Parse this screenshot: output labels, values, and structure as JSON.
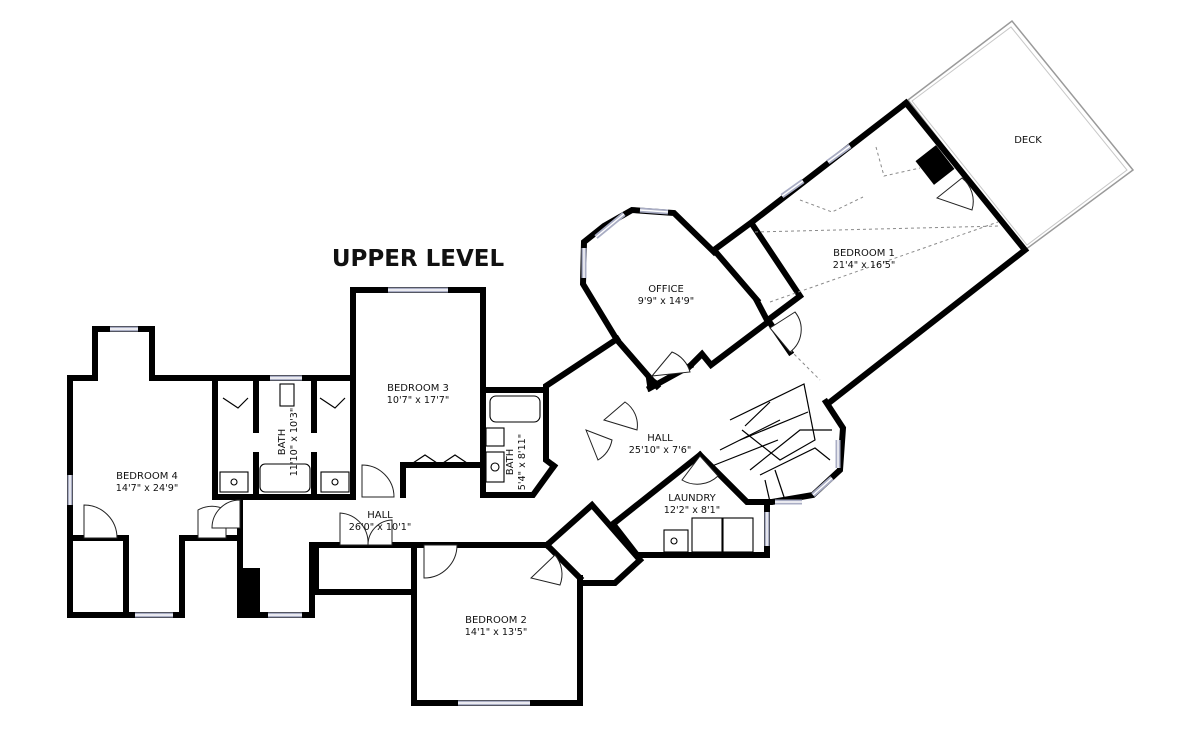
{
  "title": "UPPER LEVEL",
  "rooms": {
    "deck": {
      "name": "DECK"
    },
    "bedroom1": {
      "name": "BEDROOM 1",
      "dims": "21'4\" x 16'5\""
    },
    "office": {
      "name": "OFFICE",
      "dims": "9'9\" x 14'9\""
    },
    "bedroom3": {
      "name": "BEDROOM 3",
      "dims": "10'7\" x 17'7\""
    },
    "bath_left": {
      "name": "BATH",
      "dims": "11'10\" x 10'3\""
    },
    "bath_right": {
      "name": "BATH",
      "dims": "5'4\" x 8'11\""
    },
    "hall_right": {
      "name": "HALL",
      "dims": "25'10\" x 7'6\""
    },
    "laundry": {
      "name": "LAUNDRY",
      "dims": "12'2\" x 8'1\""
    },
    "bedroom4": {
      "name": "BEDROOM 4",
      "dims": "14'7\" x 24'9\""
    },
    "hall_left": {
      "name": "HALL",
      "dims": "26'0\" x 10'1\""
    },
    "bedroom2": {
      "name": "BEDROOM 2",
      "dims": "14'1\" x 13'5\""
    }
  },
  "colors": {
    "wall": "#000000",
    "window": "#a9adc4",
    "deck_outline": "#9a9a9a",
    "background": "#ffffff"
  }
}
